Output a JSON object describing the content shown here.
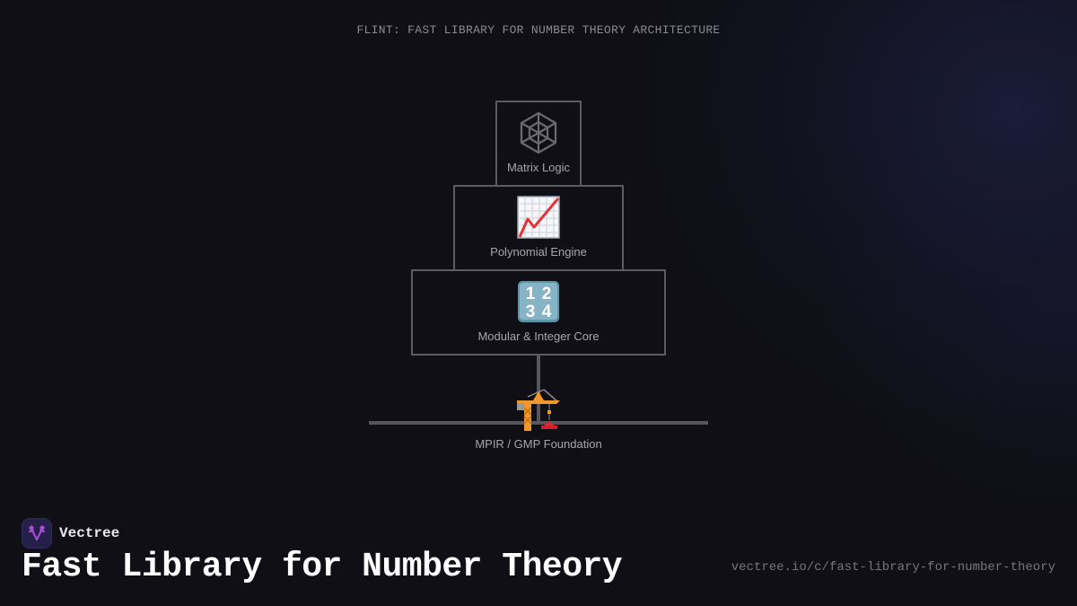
{
  "diagram": {
    "title": "FLINT: FAST LIBRARY FOR NUMBER THEORY ARCHITECTURE",
    "tiers": [
      {
        "label": "Matrix Logic",
        "icon": "spider-web-icon"
      },
      {
        "label": "Polynomial Engine",
        "icon": "chart-increasing-icon"
      },
      {
        "label": "Modular & Integer Core",
        "icon": "keycap-1234-icon"
      }
    ],
    "foundation": {
      "label": "MPIR / GMP Foundation",
      "icon": "construction-crane-icon"
    },
    "colors": {
      "background": "#0f0f15",
      "border": "#5c5c60",
      "label": "#a6a6ac",
      "title": "#8a8a92"
    }
  },
  "footer": {
    "brand": {
      "name": "Vectree",
      "logo_icon": "vectree-logo-icon",
      "logo_bg": "#24204a",
      "logo_accent": "#a84fd8"
    },
    "title": "Fast Library for Number Theory",
    "url": "vectree.io/c/fast-library-for-number-theory"
  }
}
